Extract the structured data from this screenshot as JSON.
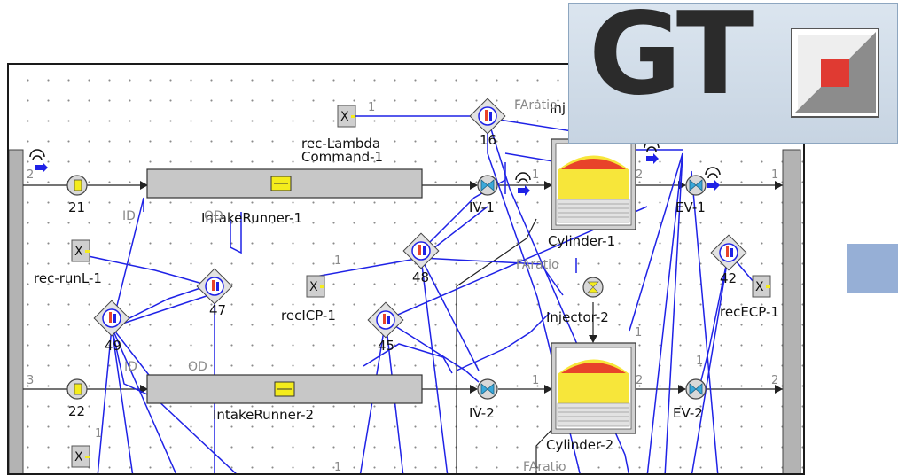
{
  "logo": {
    "text": "GT",
    "colors": {
      "background": "#d3dfea",
      "letters": "#2b2b2b",
      "square_red": "#e03a32",
      "square_gray": "#8c8c8c"
    }
  },
  "side_tab": {
    "color": "#96afd6"
  },
  "colors": {
    "connection": "#1f22e6",
    "runner": "#c7c7c7",
    "pipe": "#222222"
  },
  "diagram": {
    "components": {
      "intake_runner_1": "IntakeRunner-1",
      "intake_runner_2": "IntakeRunner-2",
      "cylinder_1": "Cylinder-1",
      "cylinder_2": "Cylinder-2",
      "injector_2": "Injector-2",
      "injector_1_partial": "Inj",
      "iv_1": "IV-1",
      "iv_2": "IV-2",
      "ev_1": "EV-1",
      "ev_2": "EV-2",
      "end_21": "21",
      "end_22": "22",
      "rec_lambda": "rec-Lambda\nCommand-1",
      "rec_runl": "rec-runL-1",
      "rec_icp": "recICP-1",
      "rec_ecp": "recECP-1",
      "sensor_16": "16",
      "sensor_47": "47",
      "sensor_48": "48",
      "sensor_49": "49",
      "sensor_45": "45",
      "sensor_42": "42"
    },
    "port_labels": {
      "p2": "2",
      "p3": "3",
      "p1": "1",
      "id": "ID",
      "od": "OD",
      "faratio": "FAratio"
    }
  }
}
